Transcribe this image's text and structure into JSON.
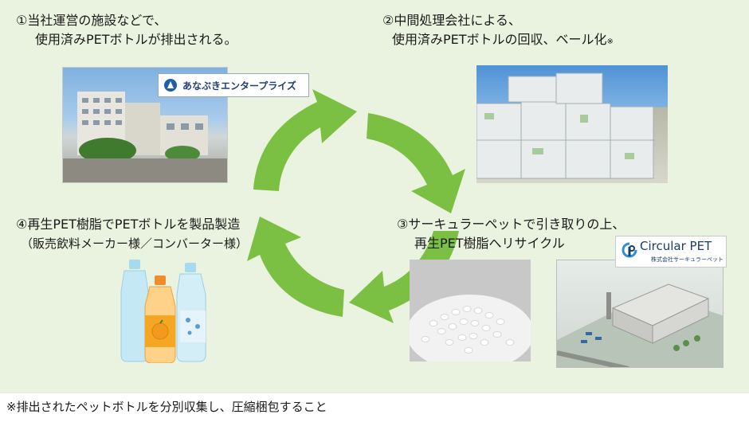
{
  "steps": {
    "step1": {
      "line1": "①当社運営の施設などで、",
      "line2": "使用済みPETボトルが排出される。"
    },
    "step2": {
      "line1": "②中間処理会社による、",
      "line2": "使用済みPETボトルの回収、ベール化",
      "note_mark": "※"
    },
    "step3": {
      "line1": "③サーキュラーペットで引き取りの上、",
      "line2": "再生PET樹脂へリサイクル"
    },
    "step4": {
      "line1": "④再生PET樹脂でPETボトルを製品製造",
      "line2": "（販売飲料メーカー様／コンバーター様）"
    }
  },
  "logos": {
    "anabuki": "あなぶきエンタープライズ",
    "circular_pet": "Circular PET",
    "circular_pet_sub": "株式会社サーキュラーペット"
  },
  "footnote": "※排出されたペットボトルを分別収集し、圧縮梱包すること",
  "colors": {
    "panel": "#eaf3e0",
    "arrow": "#7cc043",
    "logo_blue": "#1f3f78"
  }
}
